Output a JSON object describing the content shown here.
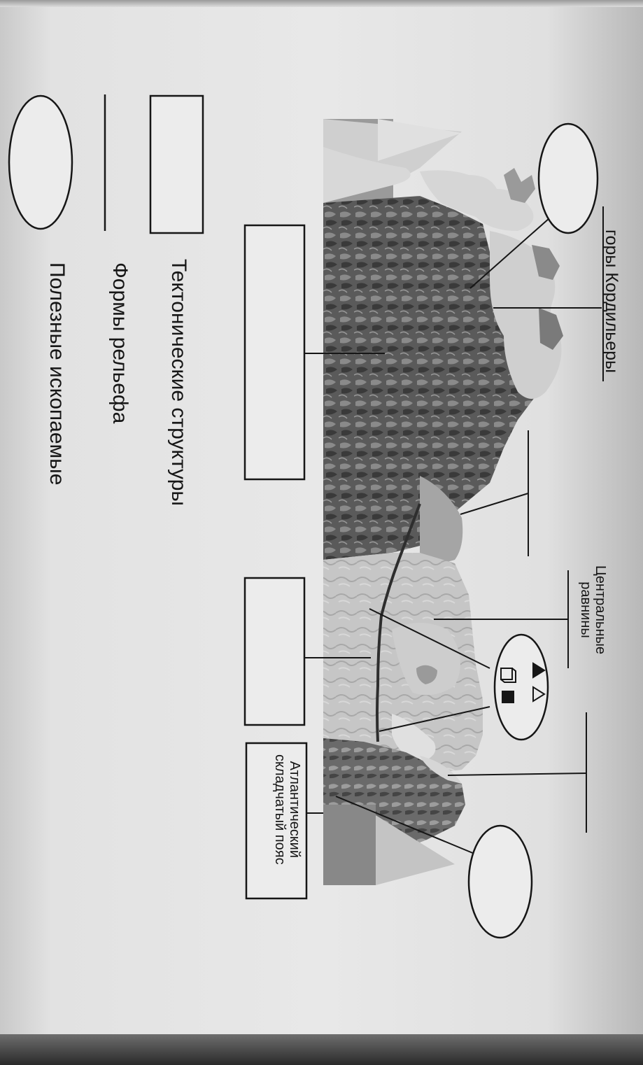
{
  "labels": {
    "cordillera": "горы Кордильеры",
    "central_plains_line1": "Центральные",
    "central_plains_line2": "равнины",
    "atlantic_line1": "Атлантический",
    "atlantic_line2": "складчатый пояс"
  },
  "legend": {
    "tectonic": "Тектонические структуры",
    "landforms": "Формы рельефа",
    "minerals": "Полезные ископаемые"
  },
  "colors": {
    "ink": "#161616",
    "page": "#e6e6e6",
    "mountains": "#555555",
    "snow": "#d4d4d4",
    "plains": "#bdbdbd"
  }
}
